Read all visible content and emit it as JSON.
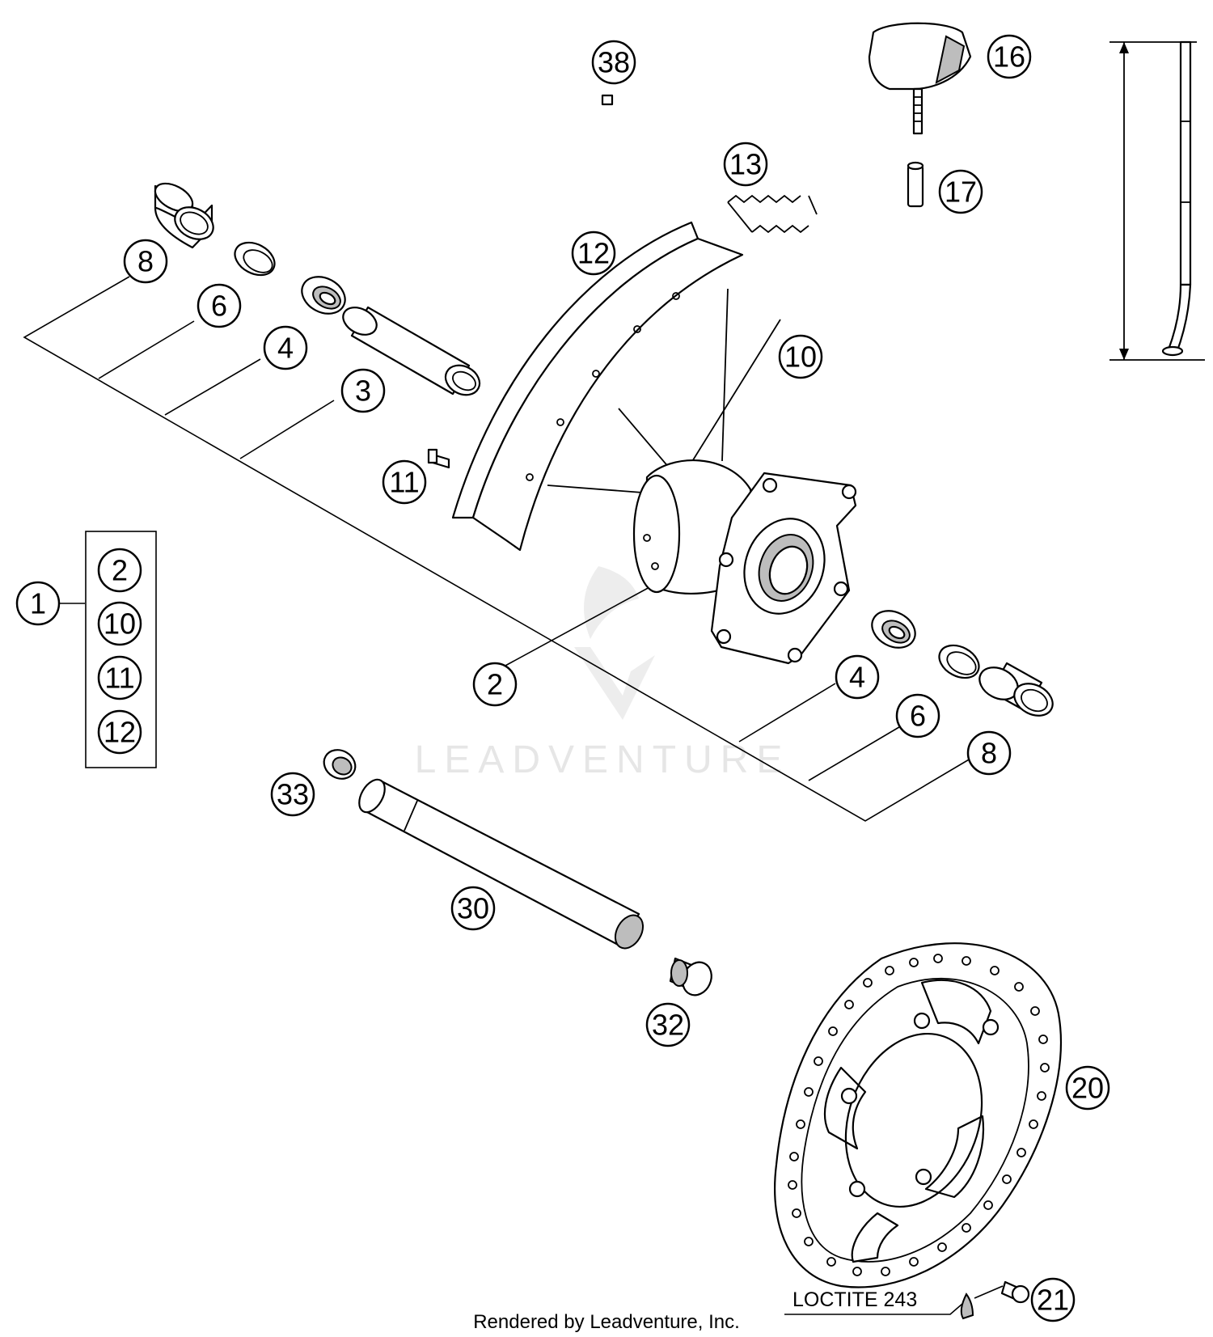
{
  "callouts": {
    "c1": "1",
    "c2a": "2",
    "c2b": "2",
    "c3": "3",
    "c4a": "4",
    "c4b": "4",
    "c6a": "6",
    "c6b": "6",
    "c8a": "8",
    "c8b": "8",
    "c10a": "10",
    "c10b": "10",
    "c11a": "11",
    "c11b": "11",
    "c12a": "12",
    "c12b": "12",
    "c13": "13",
    "c16": "16",
    "c17": "17",
    "c20": "20",
    "c21": "21",
    "c30": "30",
    "c32": "32",
    "c33": "33",
    "c38": "38"
  },
  "note": "LOCTITE 243",
  "watermark": "LEADVENTURE",
  "footer": "Rendered by Leadventure, Inc."
}
